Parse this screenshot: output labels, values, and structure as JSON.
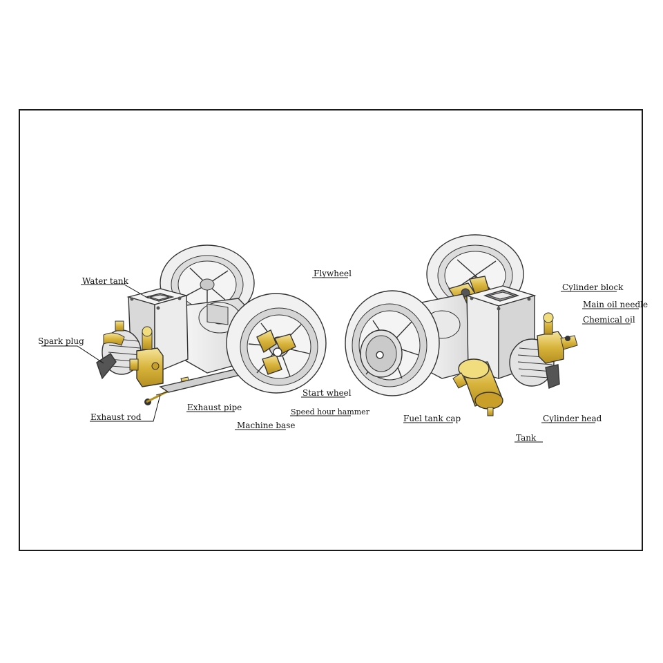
{
  "labels": {
    "water_tank": "Water tank",
    "flywheel": "Flywheel",
    "spark_plug": "Spark plug",
    "start_wheel": "Start wheel",
    "speed_hour_hammer": "Speed hour hammer",
    "exhaust_pipe": "Exhaust pipe",
    "exhaust_rod": "Exhaust rod",
    "machine_base": "Machine base",
    "cylinder_block": "Cylinder block",
    "main_oil_needle": "Main oil needle",
    "chemical_oil": "Chemical oil",
    "cylinder_head": "Cylinder head",
    "fuel_tank_cap": "Fuel tank cap",
    "tank": "Tank"
  },
  "colors": {
    "metal": "#e2e2e2",
    "metal_light": "#f6f6f6",
    "brass": "#d8b43c",
    "brass_light": "#f1dc7e",
    "dark": "#404040",
    "line": "#333333",
    "frame": "#1a1a1a"
  }
}
